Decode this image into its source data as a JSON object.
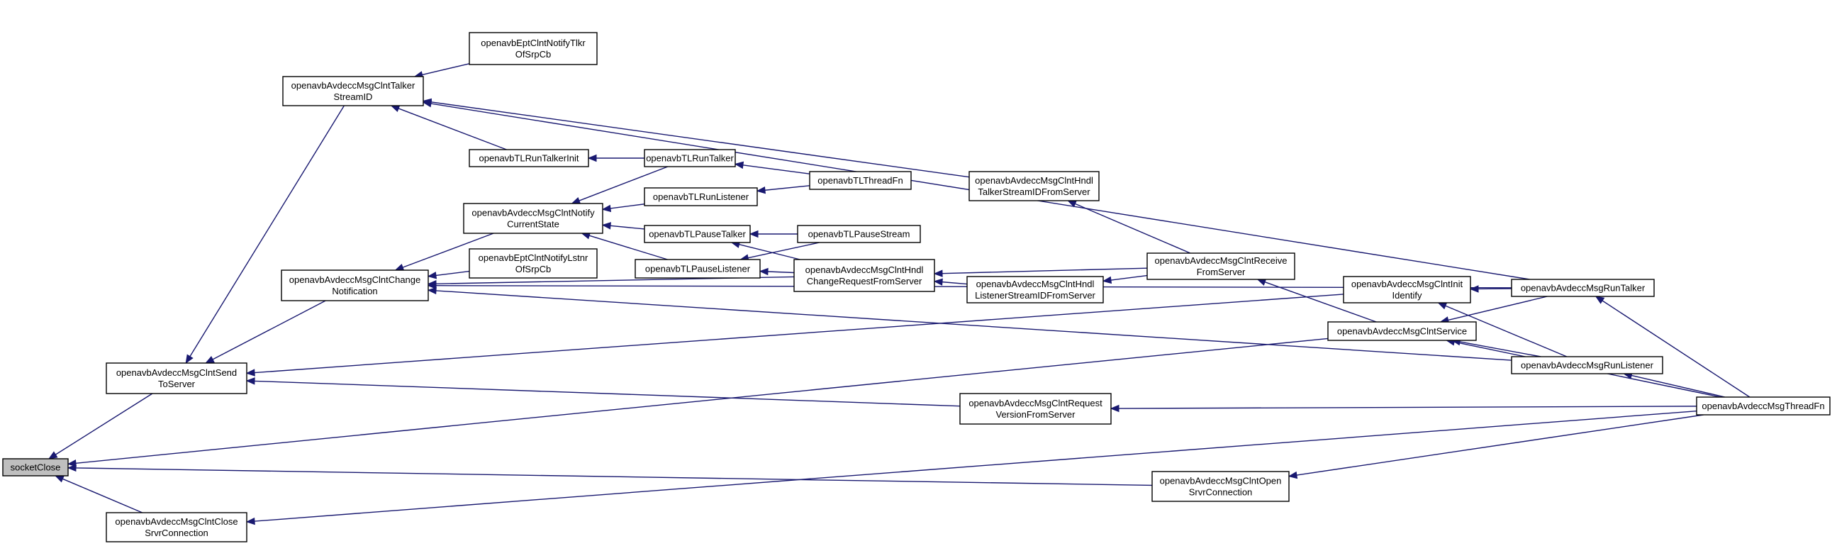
{
  "graph": {
    "line_color": "#191970",
    "root_fill": "#bfbfbf",
    "nodes": [
      {
        "id": "socketClose",
        "lines": [
          "socketClose"
        ],
        "root": true
      },
      {
        "id": "sendToServer",
        "lines": [
          "openavbAvdeccMsgClntSend",
          "ToServer"
        ]
      },
      {
        "id": "closeSrvr",
        "lines": [
          "openavbAvdeccMsgClntClose",
          "SrvrConnection"
        ]
      },
      {
        "id": "talkerStreamID",
        "lines": [
          "openavbAvdeccMsgClntTalker",
          "StreamID"
        ]
      },
      {
        "id": "changeNotif",
        "lines": [
          "openavbAvdeccMsgClntChange",
          "Notification"
        ]
      },
      {
        "id": "eptTlkr",
        "lines": [
          "openavbEptClntNotifyTlkr",
          "OfSrpCb"
        ]
      },
      {
        "id": "tlRunTalkerInit",
        "lines": [
          "openavbTLRunTalkerInit"
        ]
      },
      {
        "id": "notifyState",
        "lines": [
          "openavbAvdeccMsgClntNotify",
          "CurrentState"
        ]
      },
      {
        "id": "eptLstnr",
        "lines": [
          "openavbEptClntNotifyLstnr",
          "OfSrpCb"
        ]
      },
      {
        "id": "tlRunTalker",
        "lines": [
          "openavbTLRunTalker"
        ]
      },
      {
        "id": "tlRunListener",
        "lines": [
          "openavbTLRunListener"
        ]
      },
      {
        "id": "tlPauseTalker",
        "lines": [
          "openavbTLPauseTalker"
        ]
      },
      {
        "id": "tlPauseListener",
        "lines": [
          "openavbTLPauseListener"
        ]
      },
      {
        "id": "tlThreadFn",
        "lines": [
          "openavbTLThreadFn"
        ]
      },
      {
        "id": "tlPauseStream",
        "lines": [
          "openavbTLPauseStream"
        ]
      },
      {
        "id": "hndlChange",
        "lines": [
          "openavbAvdeccMsgClntHndl",
          "ChangeRequestFromServer"
        ]
      },
      {
        "id": "hndlTalker",
        "lines": [
          "openavbAvdeccMsgClntHndl",
          "TalkerStreamIDFromServer"
        ]
      },
      {
        "id": "hndlListener",
        "lines": [
          "openavbAvdeccMsgClntHndl",
          "ListenerStreamIDFromServer"
        ]
      },
      {
        "id": "requestVersion",
        "lines": [
          "openavbAvdeccMsgClntRequest",
          "VersionFromServer"
        ]
      },
      {
        "id": "openSrvr",
        "lines": [
          "openavbAvdeccMsgClntOpen",
          "SrvrConnection"
        ]
      },
      {
        "id": "receive",
        "lines": [
          "openavbAvdeccMsgClntReceive",
          "FromServer"
        ]
      },
      {
        "id": "initIdentify",
        "lines": [
          "openavbAvdeccMsgClntInit",
          "Identify"
        ]
      },
      {
        "id": "service",
        "lines": [
          "openavbAvdeccMsgClntService"
        ]
      },
      {
        "id": "runTalker",
        "lines": [
          "openavbAvdeccMsgRunTalker"
        ]
      },
      {
        "id": "runListener",
        "lines": [
          "openavbAvdeccMsgRunListener"
        ]
      },
      {
        "id": "threadFn",
        "lines": [
          "openavbAvdeccMsgThreadFn"
        ]
      }
    ],
    "edges": [
      {
        "from": "sendToServer",
        "to": "socketClose"
      },
      {
        "from": "closeSrvr",
        "to": "socketClose"
      },
      {
        "from": "service",
        "to": "socketClose"
      },
      {
        "from": "openSrvr",
        "to": "socketClose"
      },
      {
        "from": "talkerStreamID",
        "to": "sendToServer"
      },
      {
        "from": "changeNotif",
        "to": "sendToServer"
      },
      {
        "from": "initIdentify",
        "to": "sendToServer"
      },
      {
        "from": "requestVersion",
        "to": "sendToServer"
      },
      {
        "from": "threadFn",
        "to": "closeSrvr"
      },
      {
        "from": "eptTlkr",
        "to": "talkerStreamID"
      },
      {
        "from": "tlRunTalkerInit",
        "to": "talkerStreamID"
      },
      {
        "from": "hndlTalker",
        "to": "talkerStreamID"
      },
      {
        "from": "runTalker",
        "to": "talkerStreamID"
      },
      {
        "from": "notifyState",
        "to": "changeNotif"
      },
      {
        "from": "eptLstnr",
        "to": "changeNotif"
      },
      {
        "from": "hndlChange",
        "to": "changeNotif"
      },
      {
        "from": "runListener",
        "to": "changeNotif"
      },
      {
        "from": "runTalker",
        "to": "changeNotif"
      },
      {
        "from": "tlRunTalker",
        "to": "tlRunTalkerInit"
      },
      {
        "from": "tlRunTalker",
        "to": "notifyState"
      },
      {
        "from": "tlRunListener",
        "to": "notifyState"
      },
      {
        "from": "tlPauseTalker",
        "to": "notifyState"
      },
      {
        "from": "tlPauseListener",
        "to": "notifyState"
      },
      {
        "from": "tlThreadFn",
        "to": "tlRunTalker"
      },
      {
        "from": "tlThreadFn",
        "to": "tlRunListener"
      },
      {
        "from": "tlPauseStream",
        "to": "tlPauseTalker"
      },
      {
        "from": "hndlChange",
        "to": "tlPauseTalker"
      },
      {
        "from": "tlPauseStream",
        "to": "tlPauseListener"
      },
      {
        "from": "hndlChange",
        "to": "tlPauseListener"
      },
      {
        "from": "receive",
        "to": "hndlChange"
      },
      {
        "from": "hndlListener",
        "to": "hndlChange"
      },
      {
        "from": "receive",
        "to": "hndlTalker"
      },
      {
        "from": "receive",
        "to": "hndlListener"
      },
      {
        "from": "service",
        "to": "receive"
      },
      {
        "from": "runTalker",
        "to": "initIdentify"
      },
      {
        "from": "runListener",
        "to": "initIdentify"
      },
      {
        "from": "runTalker",
        "to": "service"
      },
      {
        "from": "runListener",
        "to": "service"
      },
      {
        "from": "threadFn",
        "to": "service"
      },
      {
        "from": "threadFn",
        "to": "requestVersion"
      },
      {
        "from": "threadFn",
        "to": "openSrvr"
      },
      {
        "from": "threadFn",
        "to": "runTalker"
      },
      {
        "from": "threadFn",
        "to": "runListener"
      }
    ]
  }
}
